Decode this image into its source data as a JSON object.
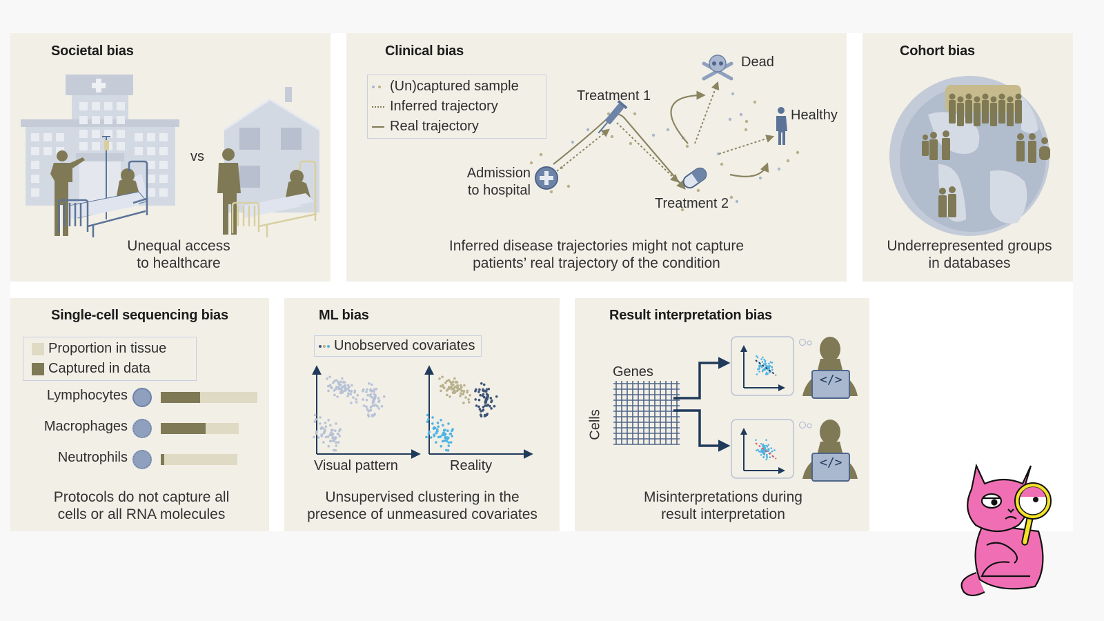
{
  "colors": {
    "page_bg": "#f8f8f8",
    "panel_bg": "#f2efe7",
    "silhouette": "#7f7a55",
    "building": "#c5ccd8",
    "accent_blue": "#5b7397",
    "navy": "#1f3a5a",
    "tissue_bar": "#dfdac3",
    "captured_bar": "#7f7a55",
    "cyan_cluster": "#4fb4e3",
    "tan_cluster": "#b9b18c",
    "dark_cluster": "#3d5476",
    "cat_pink": "#f06fb4",
    "magnifier_yellow": "#f4e229"
  },
  "societal": {
    "title": "Societal bias",
    "vs": "vs",
    "caption_1": "Unequal access",
    "caption_2": "to healthcare"
  },
  "clinical": {
    "title": "Clinical bias",
    "legend": [
      {
        "icon": "dots",
        "label": "(Un)captured sample"
      },
      {
        "icon": "dotted-line",
        "label": "Inferred trajectory"
      },
      {
        "icon": "solid-line",
        "label": "Real trajectory"
      }
    ],
    "admission_1": "Admission",
    "admission_2": "to hospital",
    "treatment_1": "Treatment 1",
    "treatment_2": "Treatment 2",
    "dead": "Dead",
    "healthy": "Healthy",
    "caption_1": "Inferred disease trajectories might not capture",
    "caption_2": "patients’ real trajectory of the condition"
  },
  "cohort": {
    "title": "Cohort bias",
    "caption_1": "Underrepresented groups",
    "caption_2": "in databases"
  },
  "singlecell": {
    "title": "Single-cell sequencing bias",
    "legend": [
      {
        "label": "Proportion in tissue"
      },
      {
        "label": "Captured in data"
      }
    ],
    "cells": [
      {
        "name": "Lymphocytes",
        "tissue_rel": 1.0,
        "captured_fraction": 0.41
      },
      {
        "name": "Macrophages",
        "tissue_rel": 0.81,
        "captured_fraction": 0.57
      },
      {
        "name": "Neutrophils",
        "tissue_rel": 0.79,
        "captured_fraction": 0.045
      }
    ],
    "caption_1": "Protocols do not capture all",
    "caption_2": "cells or all RNA molecules"
  },
  "ml": {
    "title": "ML bias",
    "legend": "Unobserved covariates",
    "plot_left_label": "Visual pattern",
    "plot_right_label": "Reality",
    "caption_1": "Unsupervised clustering in the",
    "caption_2": "presence of unmeasured covariates"
  },
  "result": {
    "title": "Result interpretation bias",
    "genes": "Genes",
    "cells": "Cells",
    "code_symbol": "</>",
    "caption_1": "Misinterpretations during",
    "caption_2": "result interpretation"
  }
}
